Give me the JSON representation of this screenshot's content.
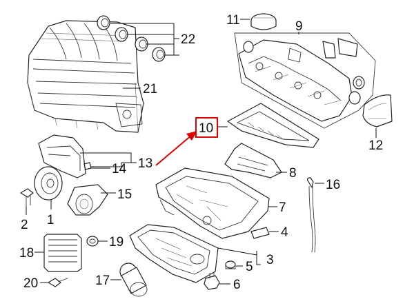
{
  "diagram": {
    "highlight_color": "#e00000",
    "callouts": {
      "c1": "1",
      "c2": "2",
      "c3": "3",
      "c4": "4",
      "c5": "5",
      "c6": "6",
      "c7": "7",
      "c8": "8",
      "c9": "9",
      "c10": "10",
      "c11": "11",
      "c12": "12",
      "c13": "13",
      "c14": "14",
      "c15": "15",
      "c16": "16",
      "c17": "17",
      "c18": "18",
      "c19": "19",
      "c20": "20",
      "c21": "21",
      "c22": "22"
    },
    "highlighted_callout": "10"
  }
}
